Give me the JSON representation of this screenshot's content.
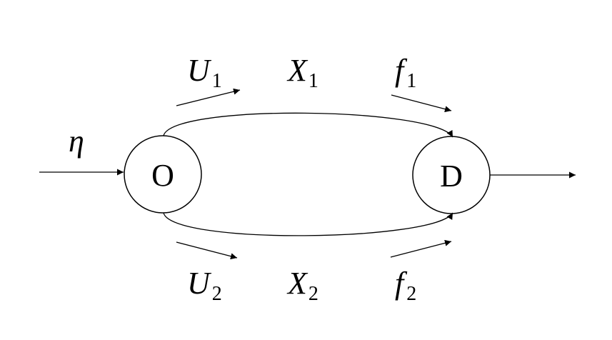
{
  "nodes": {
    "origin": {
      "label": "O"
    },
    "destination": {
      "label": "D"
    }
  },
  "inflow": {
    "symbol": "η"
  },
  "routes": {
    "upper": {
      "u": {
        "main": "U",
        "sub": "1"
      },
      "x": {
        "main": "X",
        "sub": "1"
      },
      "f": {
        "main": "f",
        "sub": "1"
      }
    },
    "lower": {
      "u": {
        "main": "U",
        "sub": "2"
      },
      "x": {
        "main": "X",
        "sub": "2"
      },
      "f": {
        "main": "f",
        "sub": "2"
      }
    }
  },
  "colors": {
    "stroke": "#000000",
    "background": "#ffffff"
  }
}
